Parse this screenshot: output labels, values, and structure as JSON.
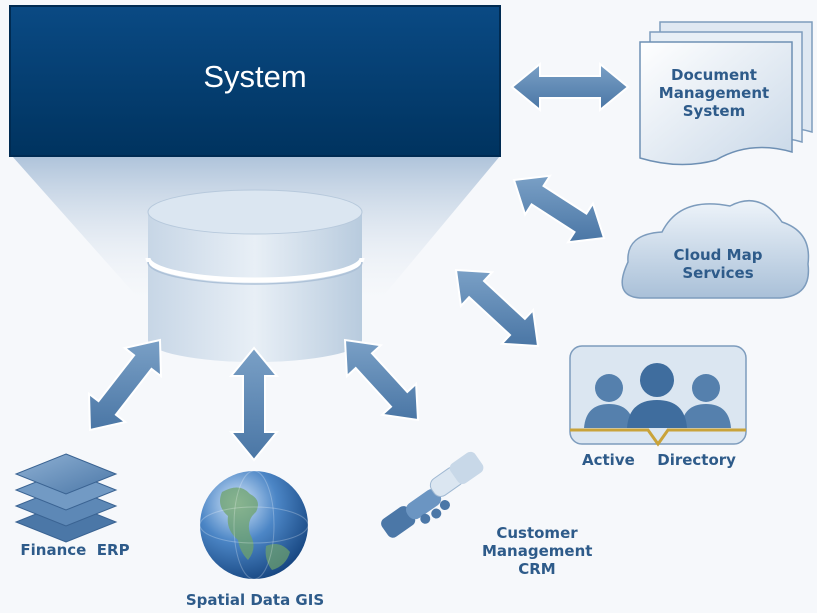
{
  "system": {
    "title": "System"
  },
  "nodes": {
    "dms": {
      "line1": "Document",
      "line2": "Management",
      "line3": "System"
    },
    "cloud": {
      "line1": "Cloud Map",
      "line2": "Services"
    },
    "ad": {
      "word1": "Active",
      "word2": "Directory"
    },
    "finance": {
      "label": "Finance  ERP"
    },
    "gis": {
      "label": "Spatial Data GIS"
    },
    "crm": {
      "line1": "Customer",
      "line2": "Management",
      "line3": "CRM"
    }
  },
  "colors": {
    "system_box": "#003e73",
    "arrow": "#5b86b3",
    "label": "#2e5b8a",
    "funnel_top": "#b6c8dc",
    "background": "#f6f8fb"
  }
}
